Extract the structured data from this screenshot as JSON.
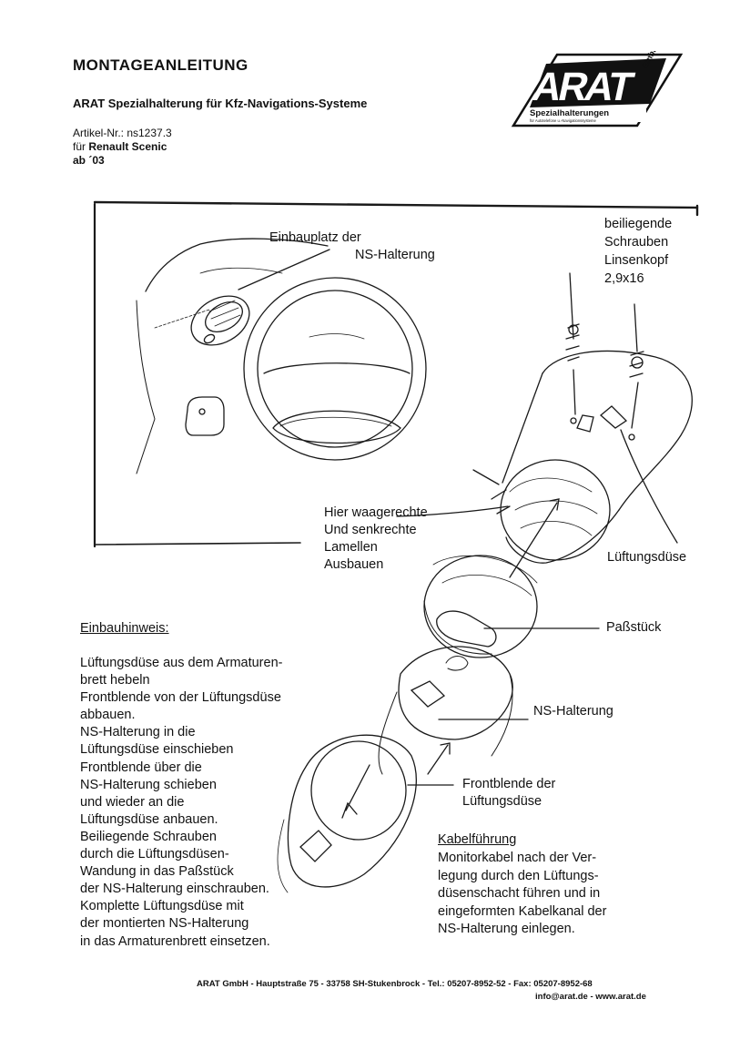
{
  "header": {
    "title": "MONTAGEANLEITUNG",
    "subtitle": "ARAT Spezialhalterung für Kfz-Navigations-Systeme",
    "article_label": "Artikel-Nr.: ns1237.3",
    "for_prefix": "für ",
    "vehicle": "Renault Scenic",
    "since": "ab ´03"
  },
  "logo": {
    "brand": "ARAT",
    "suffix": "GmbH",
    "tagline": "Spezialhalterungen",
    "small": "für Autotelefone u.-Navigationssysteme"
  },
  "diagram_labels": {
    "einbauplatz": [
      "Einbauplatz der",
      "NS-Halterung"
    ],
    "schrauben": [
      "beiliegende",
      "Schrauben",
      "Linsenkopf",
      "2,9x16"
    ],
    "lamellen": [
      "Hier waagerechte",
      "Und senkrechte",
      "Lamellen",
      "Ausbauen"
    ],
    "lueftungsduese": "Lüftungsdüse",
    "passstueck": "Paßstück",
    "ns_halterung": "NS-Halterung",
    "frontblende": [
      "Frontblende der",
      "Lüftungsdüse"
    ]
  },
  "einbauhinweis": {
    "title": "Einbauhinweis:",
    "lines": [
      "Lüftungsdüse aus dem Armaturen-",
      "brett hebeln",
      "Frontblende von der Lüftungsdüse",
      "abbauen.",
      "NS-Halterung in die",
      "Lüftungsdüse einschieben",
      "Frontblende über die",
      "NS-Halterung schieben",
      "und wieder an die",
      "Lüftungsdüse anbauen.",
      "Beiliegende Schrauben",
      "durch die Lüftungsdüsen-",
      "Wandung in das Paßstück",
      "der NS-Halterung einschrauben.",
      "Komplette Lüftungsdüse mit",
      "der montierten NS-Halterung",
      "in das Armaturenbrett einsetzen."
    ]
  },
  "kabelfuehrung": {
    "title": "Kabelführung",
    "lines": [
      "Monitorkabel nach der Ver-",
      "legung durch den Lüftungs-",
      "düsenschacht führen und in",
      "eingeformten Kabelkanal der",
      "NS-Halterung einlegen."
    ]
  },
  "footer": {
    "line1": "ARAT GmbH - Hauptstraße 75 - 33758 SH-Stukenbrock - Tel.: 05207-8952-52 - Fax: 05207-8952-68",
    "line2": "info@arat.de - www.arat.de"
  }
}
